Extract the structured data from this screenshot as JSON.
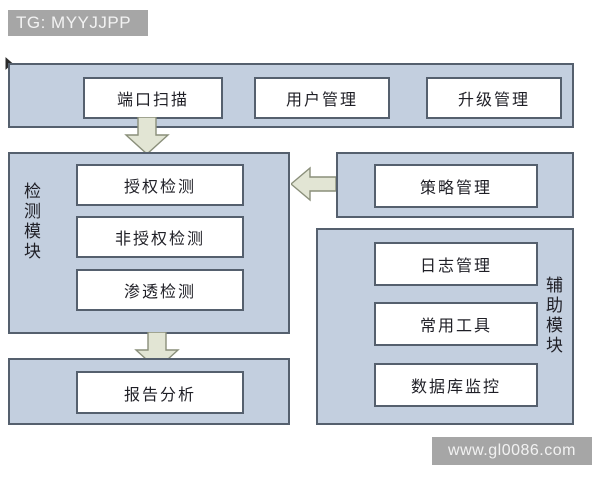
{
  "watermarks": {
    "top_left": "TG: MYYJJPP",
    "bottom_right": "www.gl0086.com"
  },
  "colors": {
    "panel_fill": "#c3cfdf",
    "panel_border": "#55606e",
    "box_fill": "#ffffff",
    "box_border": "#55606e",
    "arrow_fill": "#e2e5d4",
    "arrow_border": "#8a8f7a",
    "watermark_bg": "#a6a6a6",
    "watermark_text": "#f2f2f2",
    "text": "#1f1f26",
    "page_bg": "#ffffff"
  },
  "diagram": {
    "top_bar": {
      "items": [
        {
          "label": "端口扫描"
        },
        {
          "label": "用户管理"
        },
        {
          "label": "升级管理"
        }
      ]
    },
    "detection_module": {
      "title": "检测模块",
      "items": [
        {
          "label": "授权检测"
        },
        {
          "label": "非授权检测"
        },
        {
          "label": "渗透检测"
        }
      ]
    },
    "report_panel": {
      "items": [
        {
          "label": "报告分析"
        }
      ]
    },
    "policy_panel": {
      "items": [
        {
          "label": "策略管理"
        }
      ]
    },
    "auxiliary_module": {
      "title": "辅助模块",
      "items": [
        {
          "label": "日志管理"
        },
        {
          "label": "常用工具"
        },
        {
          "label": "数据库监控"
        }
      ]
    },
    "arrows": [
      {
        "name": "portscan-to-detection",
        "direction": "down"
      },
      {
        "name": "detection-to-report",
        "direction": "down"
      },
      {
        "name": "policy-to-detection",
        "direction": "left"
      }
    ]
  }
}
